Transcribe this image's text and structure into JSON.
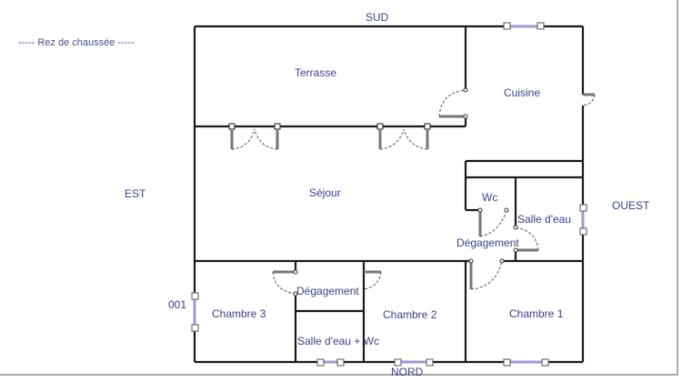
{
  "legend": {
    "text": "-----  Rez de chaussée  -----"
  },
  "orientation": {
    "north": "NORD",
    "south": "SUD",
    "east": "EST",
    "west": "OUEST"
  },
  "marker": {
    "text": "001"
  },
  "rooms": [
    {
      "id": "terrasse",
      "label": "Terrasse"
    },
    {
      "id": "cuisine",
      "label": "Cuisine"
    },
    {
      "id": "sejour",
      "label": "Séjour"
    },
    {
      "id": "wc",
      "label": "Wc"
    },
    {
      "id": "salle-deau",
      "label": "Salle d'eau"
    },
    {
      "id": "degagement-1",
      "label": "Dégagement"
    },
    {
      "id": "chambre-3",
      "label": "Chambre 3"
    },
    {
      "id": "degagement-2",
      "label": "Dégagement"
    },
    {
      "id": "salle-deau-wc",
      "label": "Salle d'eau + Wc"
    },
    {
      "id": "chambre-2",
      "label": "Chambre 2"
    },
    {
      "id": "chambre-1",
      "label": "Chambre 1"
    }
  ],
  "colors": {
    "wall": "#1a1a1a",
    "label": "#3d3d8c",
    "window": "#9a9ad8",
    "door": "#555555",
    "frame": "#a8a8a8"
  }
}
